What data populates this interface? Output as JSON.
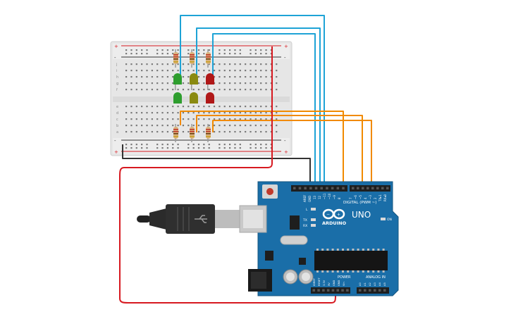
{
  "breadboard": {
    "power_plus": "+",
    "power_minus": "-",
    "row_letters_top": [
      "j",
      "i",
      "h",
      "g",
      "f"
    ],
    "row_letters_bottom": [
      "e",
      "d",
      "c",
      "b",
      "a"
    ],
    "column_count": 30
  },
  "leds": {
    "top_row": [
      {
        "color": "green",
        "hex": "#2e9e2e"
      },
      {
        "color": "yellow",
        "hex": "#8a8a10"
      },
      {
        "color": "red",
        "hex": "#b01818"
      }
    ],
    "bottom_row": [
      {
        "color": "green",
        "hex": "#2e9e2e"
      },
      {
        "color": "yellow",
        "hex": "#8a8a10"
      },
      {
        "color": "red",
        "hex": "#b01818"
      }
    ]
  },
  "wires": {
    "blue": "#1ea3d6",
    "orange": "#f18a00",
    "black": "#333333",
    "red": "#d71920"
  },
  "arduino": {
    "brand": "ARDUINO",
    "model": "UNO",
    "digital_label": "DIGITAL (PWM ~)",
    "analog_label": "ANALOG IN",
    "power_label": "POWER",
    "on_label": "ON",
    "l_label": "L",
    "tx_label": "TX",
    "rx_label": "RX",
    "aref_label": "AREF",
    "gnd_label": "GND",
    "digital_pins": [
      "13",
      "12",
      "~11",
      "~10",
      "~9",
      "8",
      "7",
      "~6",
      "~5",
      "4",
      "~3",
      "2",
      "TX▸1",
      "RX◂0"
    ],
    "analog_pins": [
      "A0",
      "A1",
      "A2",
      "A3",
      "A4",
      "A5"
    ],
    "power_pins": [
      "IOREF",
      "RESET",
      "3.3V",
      "5V",
      "GND",
      "GND",
      "Vin"
    ],
    "board_color": "#1a6ea8"
  }
}
